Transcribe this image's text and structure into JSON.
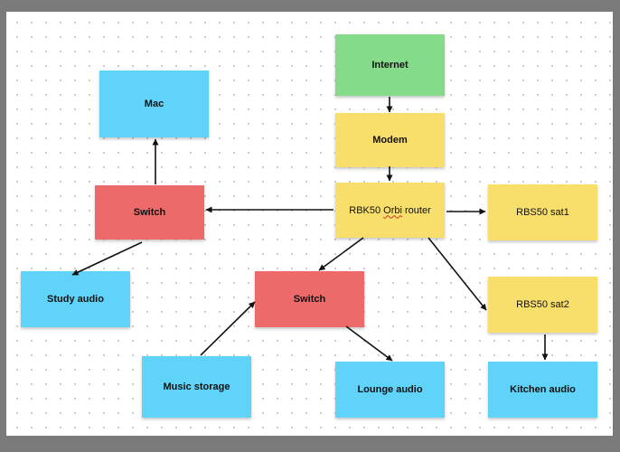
{
  "colors": {
    "green": "#84dc8b",
    "yellow": "#f8de6b",
    "red": "#ec6a6a",
    "cyan": "#5fd3f8"
  },
  "nodes": {
    "internet": "Internet",
    "modem": "Modem",
    "router_prefix": "RBK50 ",
    "router_mid": "Orbi",
    "router_suffix": " router",
    "sat1": "RBS50 sat1",
    "sat2": "RBS50 sat2",
    "kitchen": "Kitchen audio",
    "lounge": "Lounge audio",
    "switch_center": "Switch",
    "music": "Music storage",
    "switch_left": "Switch",
    "mac": "Mac",
    "study": "Study audio"
  },
  "connections": [
    {
      "from": "Internet",
      "to": "Modem"
    },
    {
      "from": "Modem",
      "to": "RBK50 Orbi router"
    },
    {
      "from": "RBK50 Orbi router",
      "to": "RBS50 sat1"
    },
    {
      "from": "RBK50 Orbi router",
      "to": "RBS50 sat2"
    },
    {
      "from": "RBK50 Orbi router",
      "to": "Switch (left)"
    },
    {
      "from": "RBK50 Orbi router",
      "to": "Switch (center)"
    },
    {
      "from": "RBS50 sat2",
      "to": "Kitchen audio"
    },
    {
      "from": "Switch (center)",
      "to": "Lounge audio"
    },
    {
      "from": "Music storage",
      "to": "Switch (center)"
    },
    {
      "from": "Switch (left)",
      "to": "Mac"
    },
    {
      "from": "Switch (left)",
      "to": "Study audio"
    }
  ]
}
